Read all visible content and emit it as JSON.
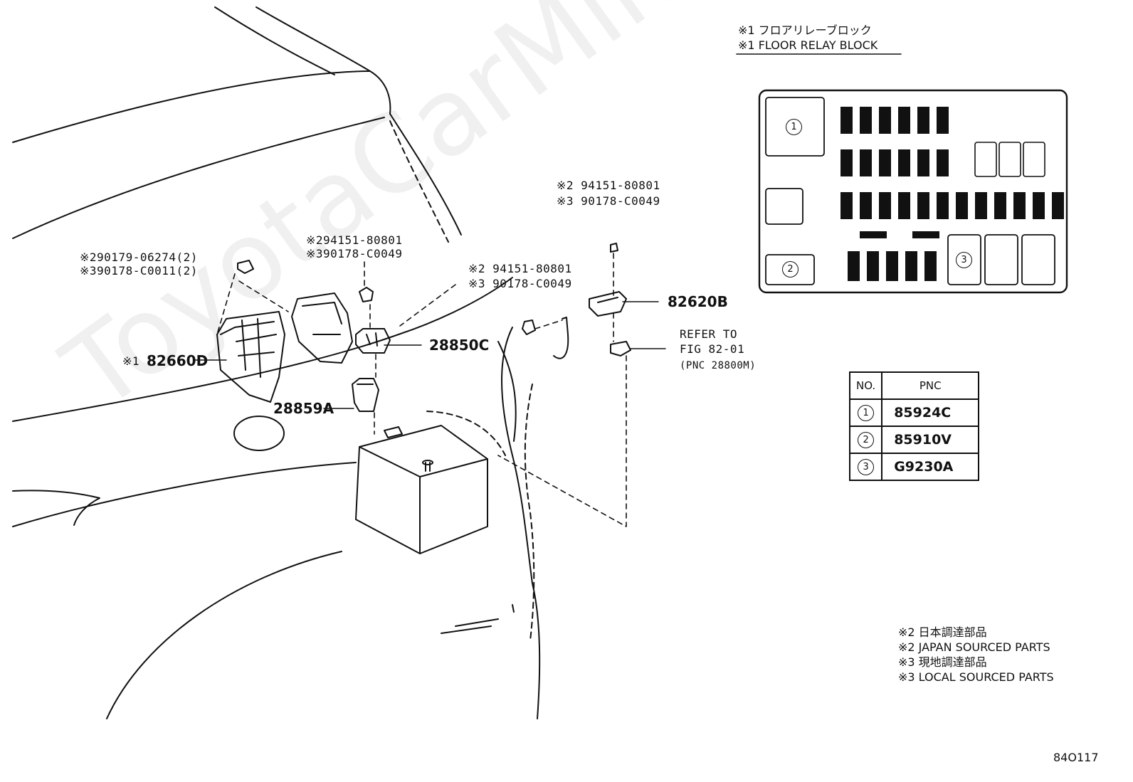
{
  "watermark": "ToyotaCarMine.ru",
  "relay_block": {
    "title_jp": "※1 フロアリレーブロック",
    "title_en": "※1 FLOOR RELAY BLOCK",
    "slot_labels": [
      "1",
      "2",
      "3"
    ]
  },
  "table": {
    "headers": [
      "NO.",
      "PNC"
    ],
    "rows": [
      {
        "no": "1",
        "pnc": "85924C"
      },
      {
        "no": "2",
        "pnc": "85910V"
      },
      {
        "no": "3",
        "pnc": "G9230A"
      }
    ]
  },
  "callouts": {
    "fastener_left_1": "※290179-06274(2)",
    "fastener_left_2": "※390178-C0011(2)",
    "fastener_mid_1": "※294151-80801",
    "fastener_mid_2": "※390178-C0049",
    "fastener_center_1": "※2 94151-80801",
    "fastener_center_2": "※3 90178-C0049",
    "fastener_right_1": "※2 94151-80801",
    "fastener_right_2": "※3 90178-C0049",
    "refer_1": "REFER TO",
    "refer_2": "FIG 82-01",
    "refer_3": "(PNC 28800M)"
  },
  "part_numbers": {
    "p82660D_prefix": "※1",
    "p82660D": "82660D",
    "p28850C": "28850C",
    "p28859A": "28859A",
    "p82620B": "82620B"
  },
  "notes": [
    "※2 日本調達部品",
    "※2 JAPAN SOURCED PARTS",
    "※3 現地調達部品",
    "※3 LOCAL SOURCED PARTS"
  ],
  "figure_id": "84O117"
}
